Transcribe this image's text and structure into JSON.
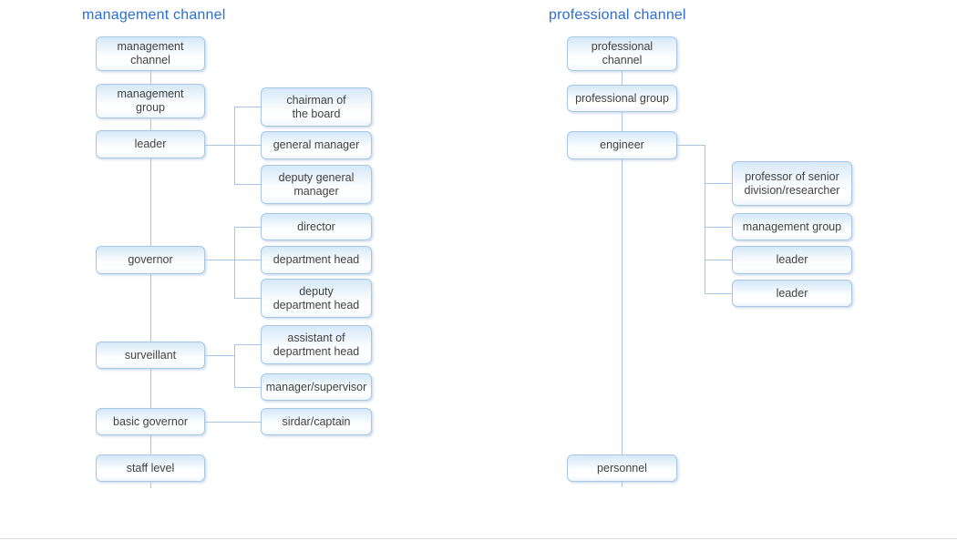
{
  "titles": {
    "management": "management channel",
    "professional": "professional channel"
  },
  "nodes": {
    "management_chain": [
      "management\nchannel",
      "management\ngroup",
      "leader",
      "governor",
      "surveillant",
      "basic governor",
      "staff level"
    ],
    "leader_reports": [
      "chairman of\nthe board",
      "general manager",
      "deputy general\nmanager"
    ],
    "governor_reports": [
      "director",
      "department head",
      "deputy\ndepartment head"
    ],
    "surveillant_reports": [
      "assistant of\ndepartment head",
      "manager/supervisor"
    ],
    "basic_governor_reports": [
      "sirdar/captain"
    ],
    "professional_chain": [
      "professional\nchannel",
      "professional group",
      "engineer",
      "personnel"
    ],
    "engineer_reports": [
      "professor of senior\ndivision/researcher",
      "management group",
      "leader",
      "leader"
    ]
  },
  "colors": {
    "title_blue": "#2a6dd5",
    "node_border": "#a7c7e7",
    "node_fill_top": "#d5e8f8",
    "connector": "#a6c6e6",
    "text": "#424242",
    "divider": "#dcdcdc"
  }
}
